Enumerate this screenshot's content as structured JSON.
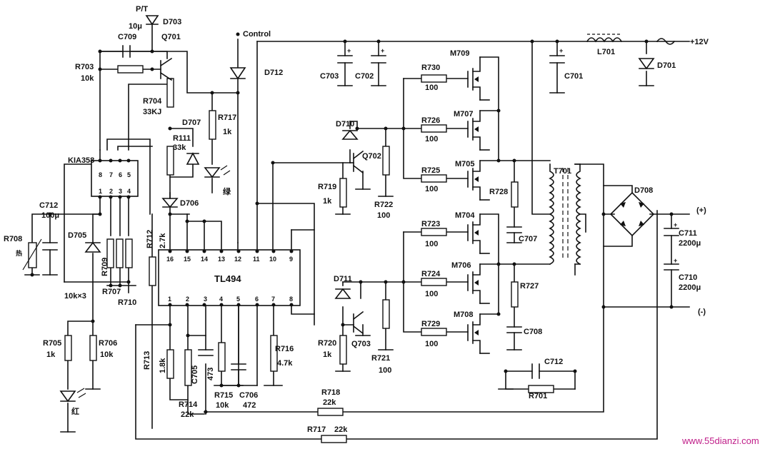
{
  "labels": {
    "pt": "P/T",
    "d703": "D703",
    "c10u": "10μ",
    "c709": "C709",
    "q701": "Q701",
    "control": "Control",
    "r703": "R703",
    "r703v": "10k",
    "d712": "D712",
    "c703": "C703",
    "c702": "C702",
    "m709": "M709",
    "r730": "R730",
    "r730v": "100",
    "l701": "L701",
    "v12": "+12V",
    "c701": "C701",
    "d701": "D701",
    "r704": "R704",
    "r704v": "33KJ",
    "d707": "D707",
    "r717a": "R717",
    "r717av": "1k",
    "r111": "R111",
    "r111v": "33k",
    "d710": "D710",
    "r726": "R726",
    "r726v": "100",
    "m707": "M707",
    "kia": "KIA358",
    "q702": "Q702",
    "r725": "R725",
    "r725v": "100",
    "m705": "M705",
    "t701": "T701",
    "r719": "R719",
    "r719v": "1k",
    "r722": "R722",
    "r722v": "100",
    "r728": "R728",
    "d708": "D708",
    "c712a": "C712",
    "c712av": "100μ",
    "d706": "D706",
    "plus": "(+)",
    "r708": "R708",
    "d705": "D705",
    "r712": "R712",
    "r712v": "2.7k",
    "r723": "R723",
    "r723v": "100",
    "m704": "M704",
    "c707": "C707",
    "c711": "C711",
    "c711v": "2200μ",
    "tl494": "TL494",
    "r709": "R709",
    "m706": "M706",
    "c710": "C710",
    "c710v": "2200μ",
    "d711": "D711",
    "r724": "R724",
    "r724v": "100",
    "r727": "R727",
    "r707": "R707",
    "r707v": "10k×3",
    "r710": "R710",
    "minus": "(-)",
    "m708": "M708",
    "r729": "R729",
    "r729v": "100",
    "c708": "C708",
    "r705": "R705",
    "r705v": "1k",
    "r706": "R706",
    "r706v": "10k",
    "r713": "R713",
    "r713v": "1.8k",
    "c705": "C705",
    "c705v": "473",
    "r716": "R716",
    "r716v": "4.7k",
    "r720": "R720",
    "r720v": "1k",
    "q703": "Q703",
    "r721": "R721",
    "r721v": "100",
    "c712b": "C712",
    "r701": "R701",
    "r718": "R718",
    "r718v": "22k",
    "r714": "R714",
    "r714v": "22k",
    "r715": "R715",
    "r715v": "10k",
    "c706": "C706",
    "c706v": "472",
    "r717b": "R717",
    "r717bv": "22k",
    "green": "绿",
    "red": "红",
    "hot": "热",
    "watermark": "www.55dianzi.com"
  },
  "kia_pins_top": [
    "8",
    "7",
    "6",
    "5"
  ],
  "kia_pins_bottom": [
    "1",
    "2",
    "3",
    "4"
  ],
  "tl494_pins_top": [
    "16",
    "15",
    "14",
    "13",
    "12",
    "11",
    "10",
    "9"
  ],
  "tl494_pins_bottom": [
    "1",
    "2",
    "3",
    "4",
    "5",
    "6",
    "7",
    "8"
  ]
}
